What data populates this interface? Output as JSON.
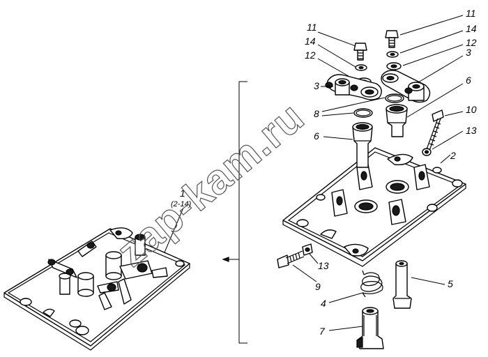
{
  "labels": {
    "assembly": "1",
    "assembly_range": "(2-14)",
    "plate": "2",
    "rocker_left": "3",
    "rocker_right": "3",
    "spring": "4",
    "guide": "5",
    "insert_left": "6",
    "insert_right": "6",
    "pin": "7",
    "ring": "8",
    "bolt_bottom": "9",
    "stud": "10",
    "bolt_top_left": "11",
    "bolt_top_right": "11",
    "washer_top_left": "12",
    "washer_top_right": "12",
    "nut_right": "13",
    "nut_bottom": "13",
    "spring_washer_left": "14",
    "spring_washer_right": "14"
  },
  "watermark": "zap-kam.ru"
}
